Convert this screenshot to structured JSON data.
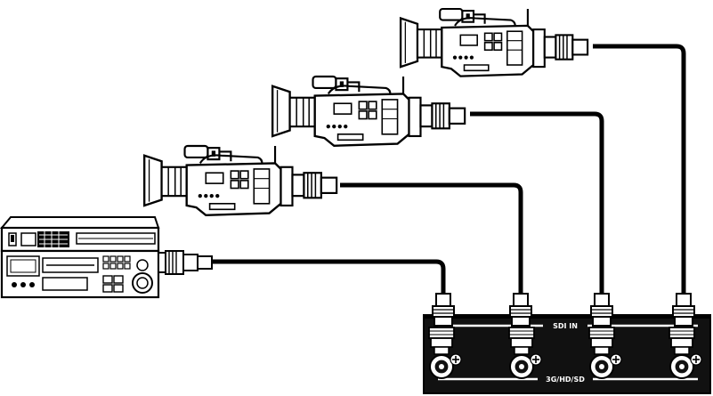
{
  "panel": {
    "top_label": "SDI IN",
    "bottom_label": "3G/HD/SD",
    "body_color": "#111111",
    "accent_color": "#ffffff"
  },
  "devices": [
    {
      "name": "vtr-deck",
      "icon": "vtr-deck-icon"
    },
    {
      "name": "camera-1",
      "icon": "video-camera-icon"
    },
    {
      "name": "camera-2",
      "icon": "video-camera-icon"
    },
    {
      "name": "camera-3",
      "icon": "video-camera-icon"
    }
  ],
  "inputs": [
    {
      "name": "sdi-input-1"
    },
    {
      "name": "sdi-input-2"
    },
    {
      "name": "sdi-input-3"
    },
    {
      "name": "sdi-input-4"
    }
  ]
}
